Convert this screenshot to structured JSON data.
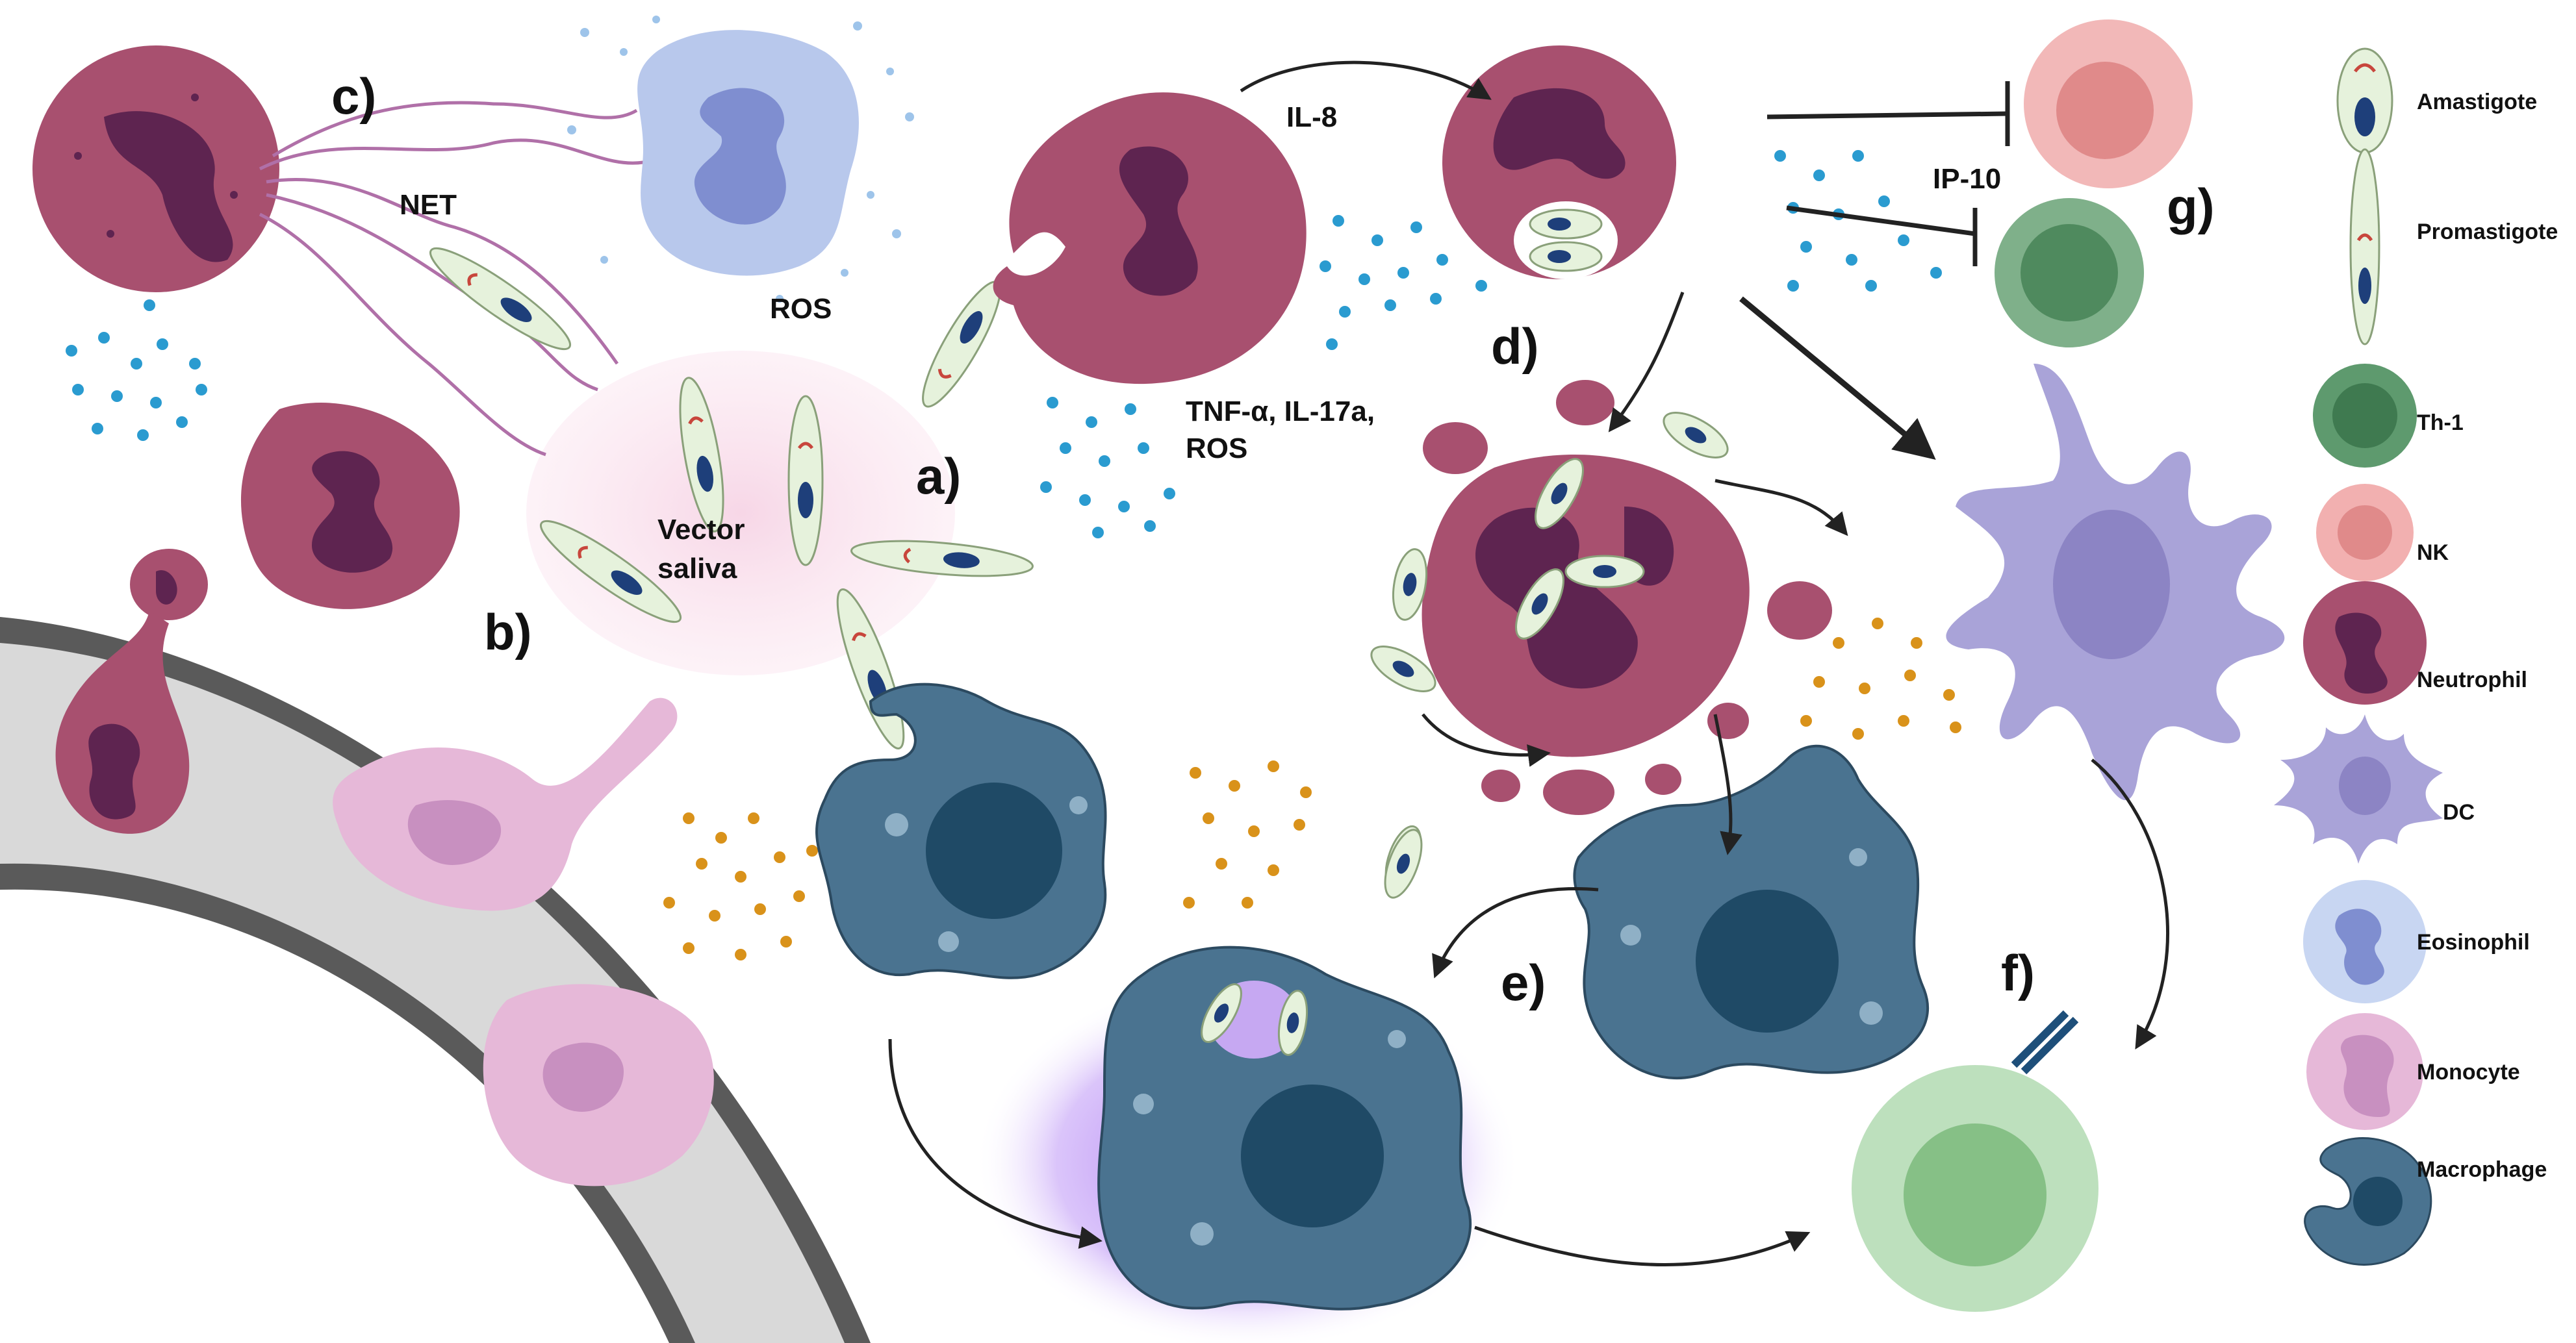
{
  "panels": {
    "a": "a)",
    "b": "b)",
    "c": "c)",
    "d": "d)",
    "e": "e)",
    "f": "f)",
    "g": "g)"
  },
  "labels": {
    "net": "NET",
    "ros": "ROS",
    "vector_line1": "Vector",
    "vector_line2": "saliva",
    "il8": "IL-8",
    "tnf_line1": "TNF-α, IL-17a,",
    "tnf_line2": "ROS",
    "ip10": "IP-10"
  },
  "legend": [
    {
      "label": "Amastigote"
    },
    {
      "label": "Promastigote"
    },
    {
      "label": "Th-1"
    },
    {
      "label": "NK"
    },
    {
      "label": "Neutrophil"
    },
    {
      "label": "DC"
    },
    {
      "label": "Eosinophil"
    },
    {
      "label": "Monocyte"
    },
    {
      "label": "Macrophage"
    }
  ],
  "colors": {
    "neutrophil": "#a8506f",
    "neutrophil_nucleus": "#5e2450",
    "macrophage": "#4a7390",
    "macrophage_nucleus": "#1f4a66",
    "dc": "#a9a3d8",
    "monocyte": "#e6b8d8",
    "eosinophil": "#b8c8ec",
    "th1": "#5e9a6e",
    "nk": "#e9a0a0",
    "bcell": "#a6d0a6",
    "parasite_fill": "#e6f2dc",
    "parasite_nucleus": "#1e3f7a",
    "cytokine_blue": "#2a9bd0",
    "cytokine_orange": "#d9921a",
    "vessel_wall": "#585858",
    "vessel_lumen": "#d8d8d8"
  }
}
